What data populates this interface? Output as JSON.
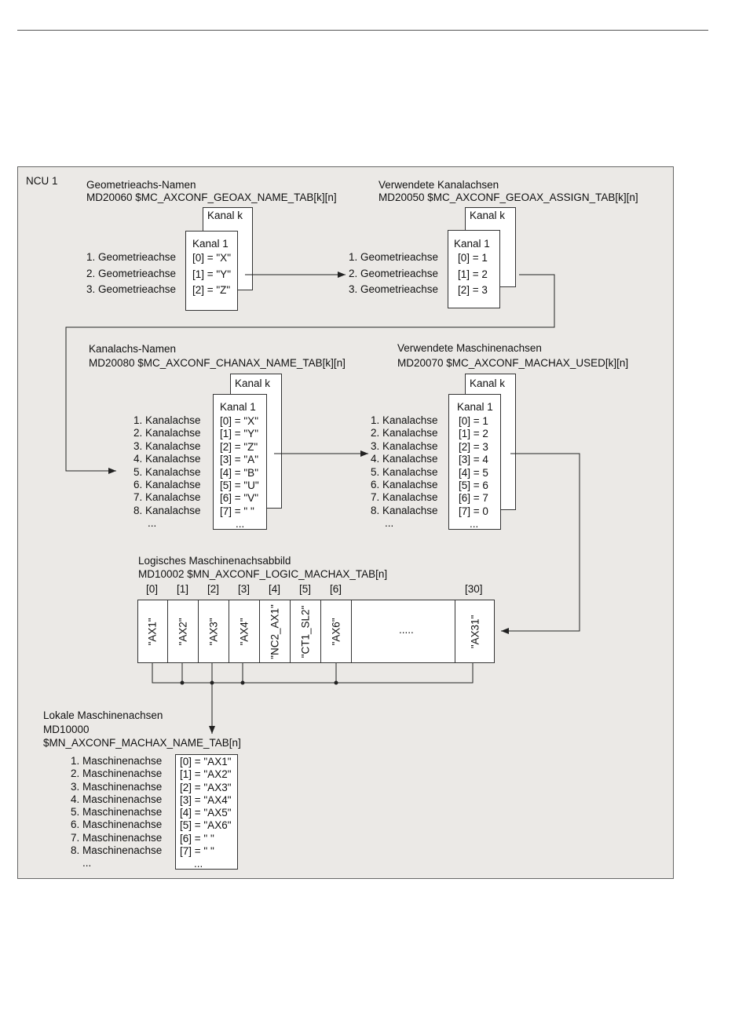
{
  "ncu_label": "NCU 1",
  "geo": {
    "title": "Geometrieachs-Namen",
    "md": "MD20060 $MC_AXCONF_GEOAX_NAME_TAB[k][n]",
    "kanal_k": "Kanal k",
    "kanal_1": "Kanal 1",
    "labels": [
      "1. Geometrieachse",
      "2. Geometrieachse",
      "3. Geometrieachse"
    ],
    "values": [
      "[0] = \"X\"",
      "[1] = \"Y\"",
      "[2] = \"Z\""
    ]
  },
  "assign": {
    "title": "Verwendete Kanalachsen",
    "md": "MD20050 $MC_AXCONF_GEOAX_ASSIGN_TAB[k][n]",
    "kanal_k": "Kanal k",
    "kanal_1": "Kanal 1",
    "labels": [
      "1. Geometrieachse",
      "2. Geometrieachse",
      "3. Geometrieachse"
    ],
    "values": [
      "[0] = 1",
      "[1] = 2",
      "[2] = 3"
    ]
  },
  "chanax": {
    "title": "Kanalachs-Namen",
    "md": "MD20080 $MC_AXCONF_CHANAX_NAME_TAB[k][n]",
    "kanal_k": "Kanal k",
    "kanal_1": "Kanal 1",
    "labels": [
      "1. Kanalachse",
      "2. Kanalachse",
      "3. Kanalachse",
      "4. Kanalachse",
      "5. Kanalachse",
      "6. Kanalachse",
      "7. Kanalachse",
      "8. Kanalachse",
      "..."
    ],
    "values": [
      "[0] = \"X\"",
      "[1] = \"Y\"",
      "[2] = \"Z\"",
      "[3] = \"A\"",
      "[4] = \"B\"",
      "[5] = \"U\"",
      "[6] = \"V\"",
      "[7] = \" \"",
      "..."
    ]
  },
  "machax_used": {
    "title": "Verwendete Maschinenachsen",
    "md": "MD20070 $MC_AXCONF_MACHAX_USED[k][n]",
    "kanal_k": "Kanal k",
    "kanal_1": "Kanal 1",
    "labels": [
      "1. Kanalachse",
      "2. Kanalachse",
      "3. Kanalachse",
      "4. Kanalachse",
      "5. Kanalachse",
      "6. Kanalachse",
      "7. Kanalachse",
      "8. Kanalachse",
      "..."
    ],
    "values": [
      "[0] = 1",
      "[1] = 2",
      "[2] = 3",
      "[3] = 4",
      "[4] = 5",
      "[5] = 6",
      "[6] = 7",
      "[7] = 0",
      "..."
    ]
  },
  "logic": {
    "title": "Logisches Maschinenachsabbild",
    "md": "MD10002 $MN_AXCONF_LOGIC_MACHAX_TAB[n]",
    "indices": [
      "[0]",
      "[1]",
      "[2]",
      "[3]",
      "[4]",
      "[5]",
      "[6]",
      "[30]"
    ],
    "cells": [
      "\"AX1\"",
      "\"AX2\"",
      "\"AX3\"",
      "\"AX4\"",
      "\"NC2_AX1\"",
      "\"CT1_SL2\"",
      "\"AX6\"",
      ".....",
      "\"AX31\""
    ]
  },
  "local": {
    "title": "Lokale Maschinenachsen",
    "md1": "MD10000",
    "md2": "$MN_AXCONF_MACHAX_NAME_TAB[n]",
    "labels": [
      "1. Maschinenachse",
      "2. Maschinenachse",
      "3. Maschinenachse",
      "4. Maschinenachse",
      "5. Maschinenachse",
      "6. Maschinenachse",
      "7. Maschinenachse",
      "8. Maschinenachse",
      "..."
    ],
    "values": [
      "[0] = \"AX1\"",
      "[1] = \"AX2\"",
      "[2] = \"AX3\"",
      "[3] = \"AX4\"",
      "[4] = \"AX5\"",
      "[5] = \"AX6\"",
      "[6] = \" \"",
      "[7] = \" \"",
      "..."
    ]
  }
}
